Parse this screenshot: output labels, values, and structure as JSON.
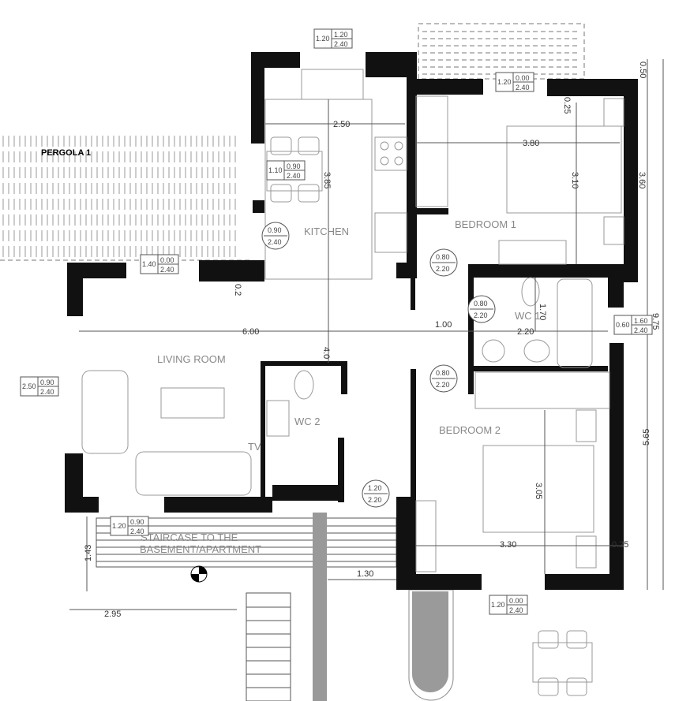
{
  "plan": {
    "rooms": {
      "pergola": "PERGOLA 1",
      "kitchen": "KITCHEN",
      "bedroom1": "BEDROOM 1",
      "living": "LIVING ROOM",
      "wc1": "WC 1",
      "wc2": "WC 2",
      "bedroom2": "BEDROOM 2",
      "tv": "TV",
      "stair1": "STAIRCASE TO THE",
      "stair2": "BASEMENT/APARTMENT"
    },
    "dimensions": {
      "kitchen_width": "2.50",
      "kitchen_length": "3.85",
      "bed1_width": "3.80",
      "bed1_length": "3.10",
      "bed1_wall": "0.25",
      "right_top": "0.50",
      "right_bed1": "3.60",
      "right_total": "9.75",
      "right_bed2": "5.65",
      "living_width": "6.00",
      "corridor": "1.00",
      "wc1_width": "2.20",
      "wc1_length": "1.70",
      "wall_02": "0.2",
      "center_length": "4.0",
      "bed2_length": "3.05",
      "bed2_width": "3.30",
      "bed2_wall": "0.25",
      "stair_depth": "1.43",
      "terrace": "1.30",
      "stair_width": "2.95"
    },
    "window_tags": [
      {
        "w": "1.20",
        "a": "1.20",
        "b": "2.40"
      },
      {
        "w": "1.20",
        "a": "0.00",
        "b": "2.40"
      },
      {
        "w": "1.10",
        "a": "0.90",
        "b": "2.40"
      },
      {
        "w": "1.40",
        "a": "0.00",
        "b": "2.40"
      },
      {
        "w": "0.60",
        "a": "1.60",
        "b": "2.40"
      },
      {
        "w": "2.50",
        "a": "0.90",
        "b": "2.40"
      },
      {
        "w": "1.20",
        "a": "0.90",
        "b": "2.40"
      },
      {
        "w": "1.20",
        "a": "0.00",
        "b": "2.40"
      }
    ],
    "door_tags": [
      {
        "a": "0.90",
        "b": "2.40"
      },
      {
        "a": "0.80",
        "b": "2.20"
      },
      {
        "a": "0.80",
        "b": "2.20"
      },
      {
        "a": "0.80",
        "b": "2.20"
      },
      {
        "a": "1.20",
        "b": "2.20"
      }
    ]
  }
}
